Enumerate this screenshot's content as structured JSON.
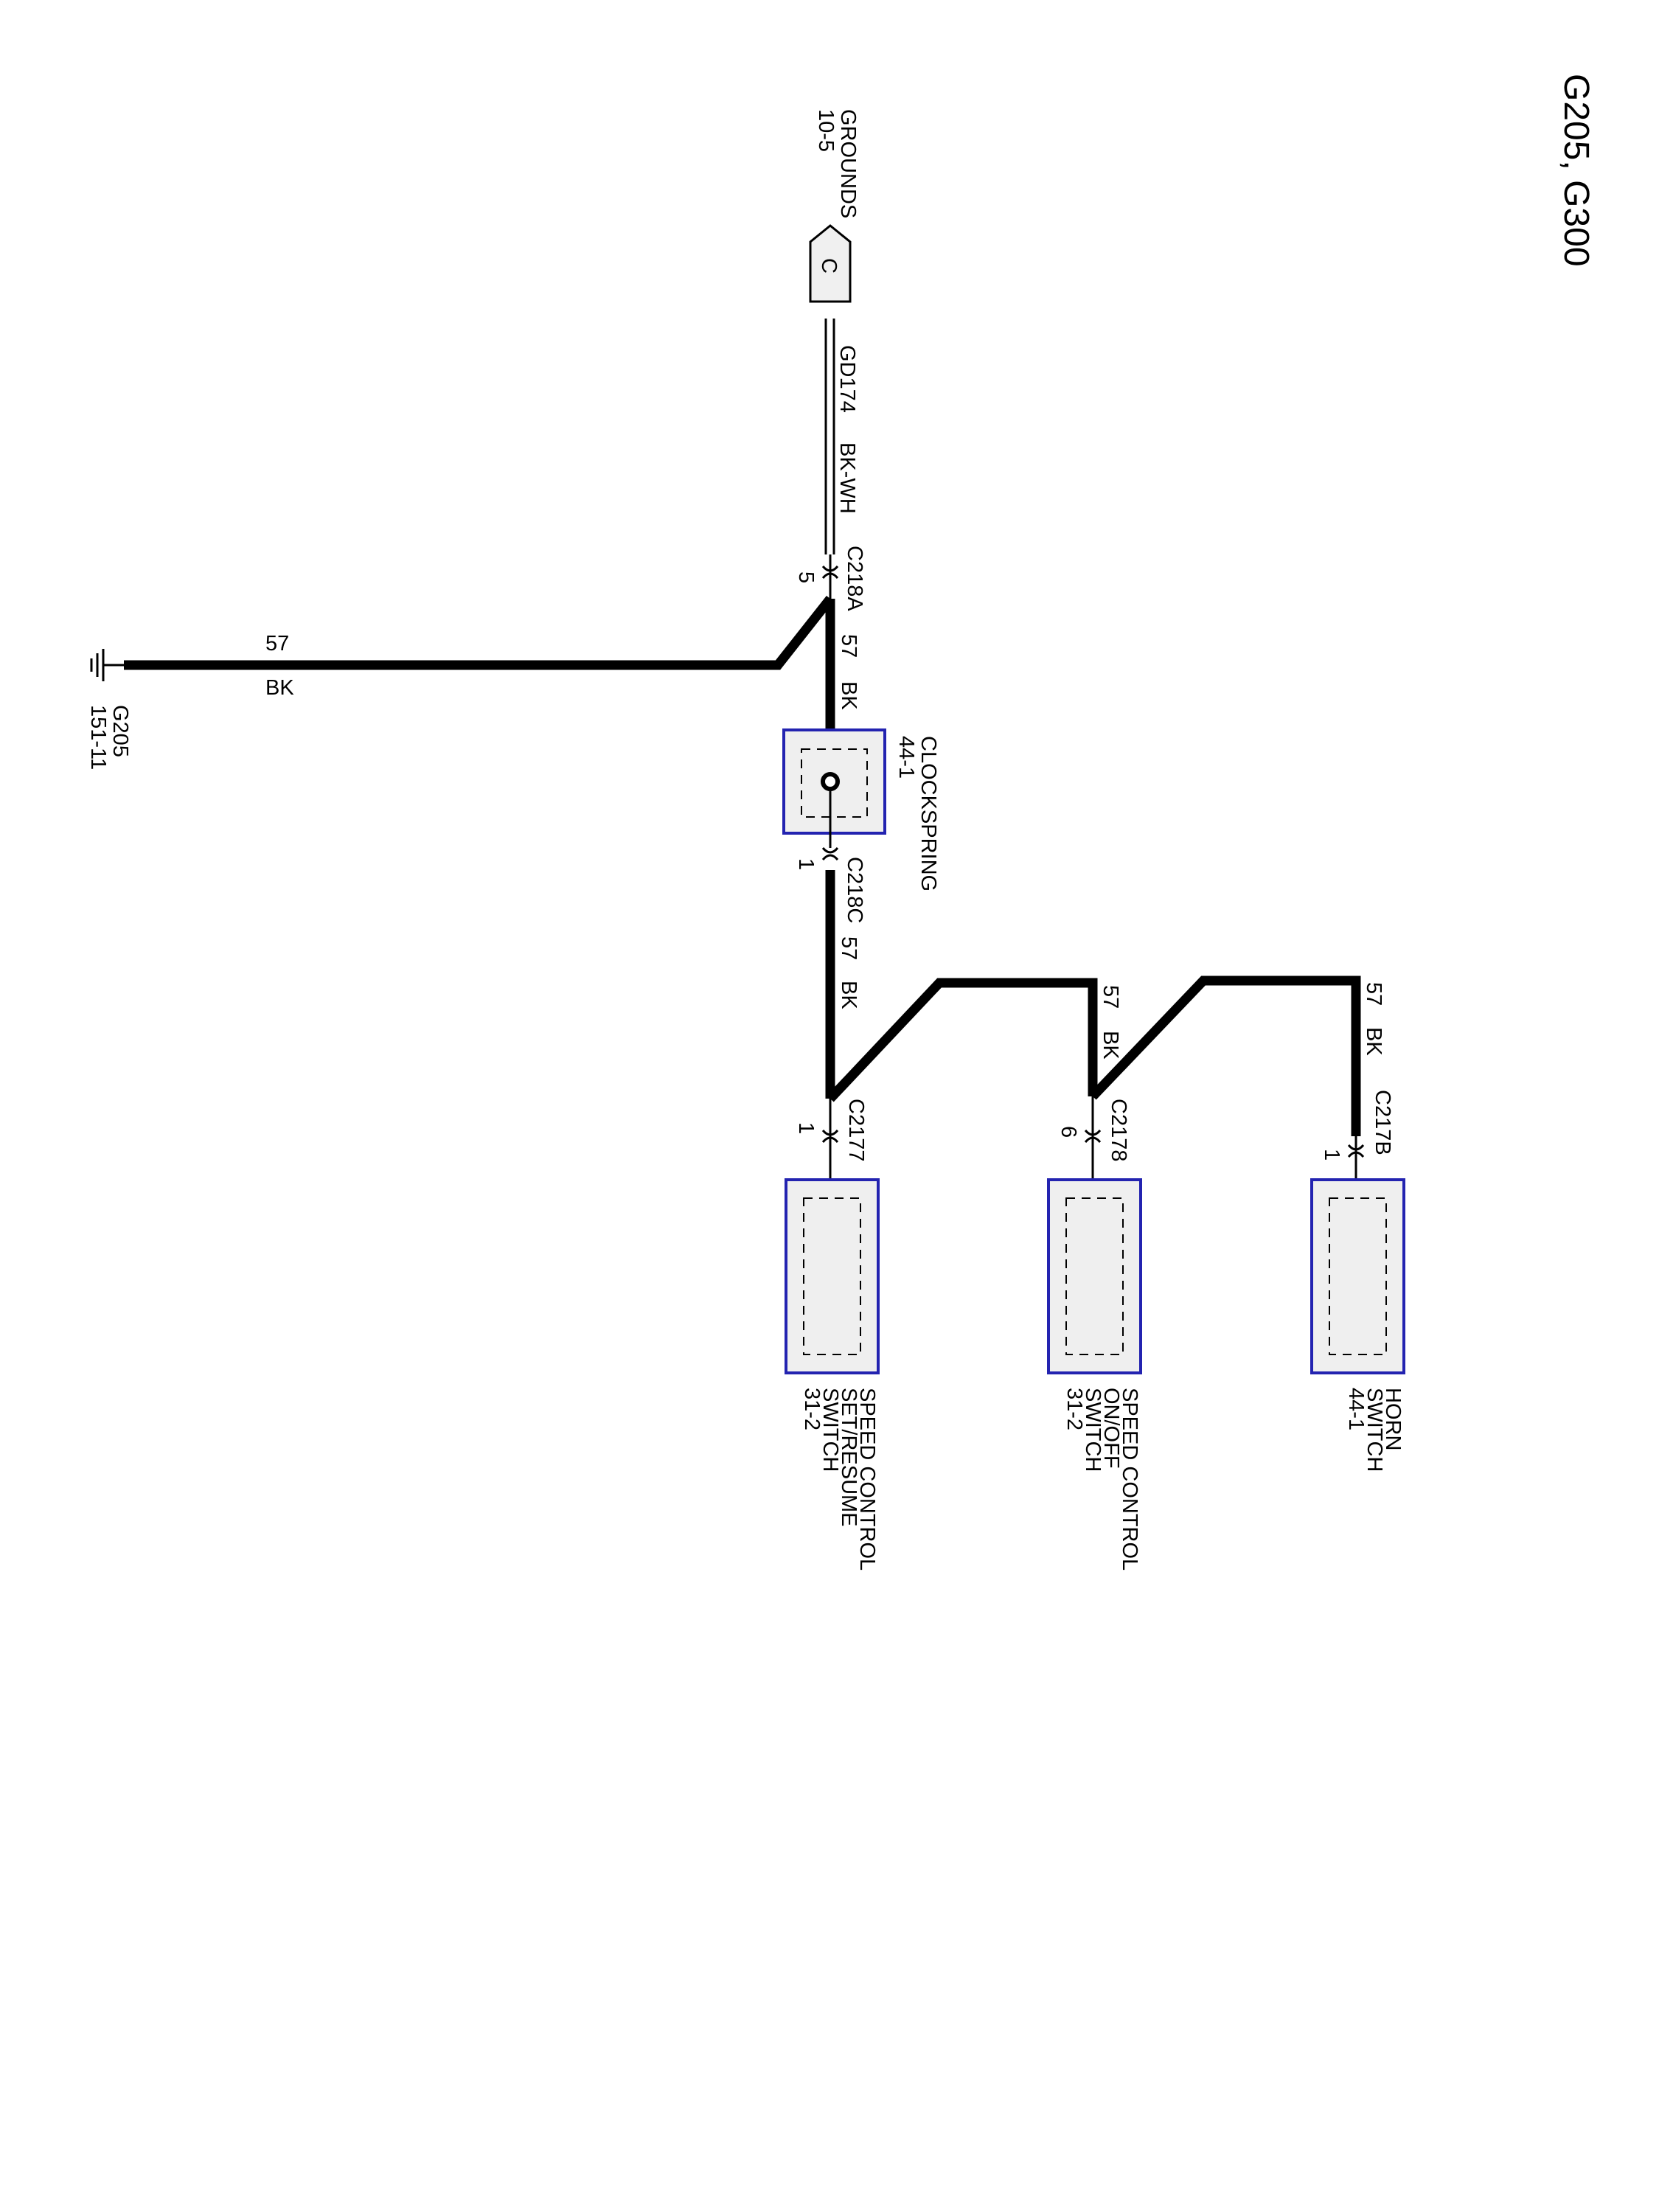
{
  "title": "G205, G300",
  "grounds_ref": {
    "name": "GROUNDS",
    "page": "10-5",
    "connector_letter": "C"
  },
  "ground_point": {
    "name": "G205",
    "ref": "151-11"
  },
  "wires": {
    "gd174": {
      "circuit": "GD174",
      "color": "BK-WH"
    },
    "trunk": {
      "circuit": "57",
      "color": "BK"
    }
  },
  "connectors": {
    "c218a": {
      "name": "C218A",
      "pin": "5"
    },
    "c218c": {
      "name": "C218C",
      "pin": "1"
    },
    "c2177": {
      "name": "C2177",
      "pin": "1"
    },
    "c2178": {
      "name": "C2178",
      "pin": "6"
    },
    "c217b": {
      "name": "C217B",
      "pin": "1"
    }
  },
  "components": {
    "clockspring": {
      "name": "CLOCKSPRING",
      "ref": "44-1"
    },
    "speed_set_resume": {
      "line1": "SPEED CONTROL",
      "line2": "SET/RESUME",
      "line3": "SWITCH",
      "ref": "31-2"
    },
    "speed_on_off": {
      "line1": "SPEED CONTROL",
      "line2": "ON/OFF",
      "line3": "SWITCH",
      "ref": "31-2"
    },
    "horn": {
      "line1": "HORN",
      "line2": "SWITCH",
      "ref": "44-1"
    }
  },
  "colors": {
    "component_border": "#2323b0",
    "component_fill": "#efefef",
    "wire": "#000000"
  }
}
